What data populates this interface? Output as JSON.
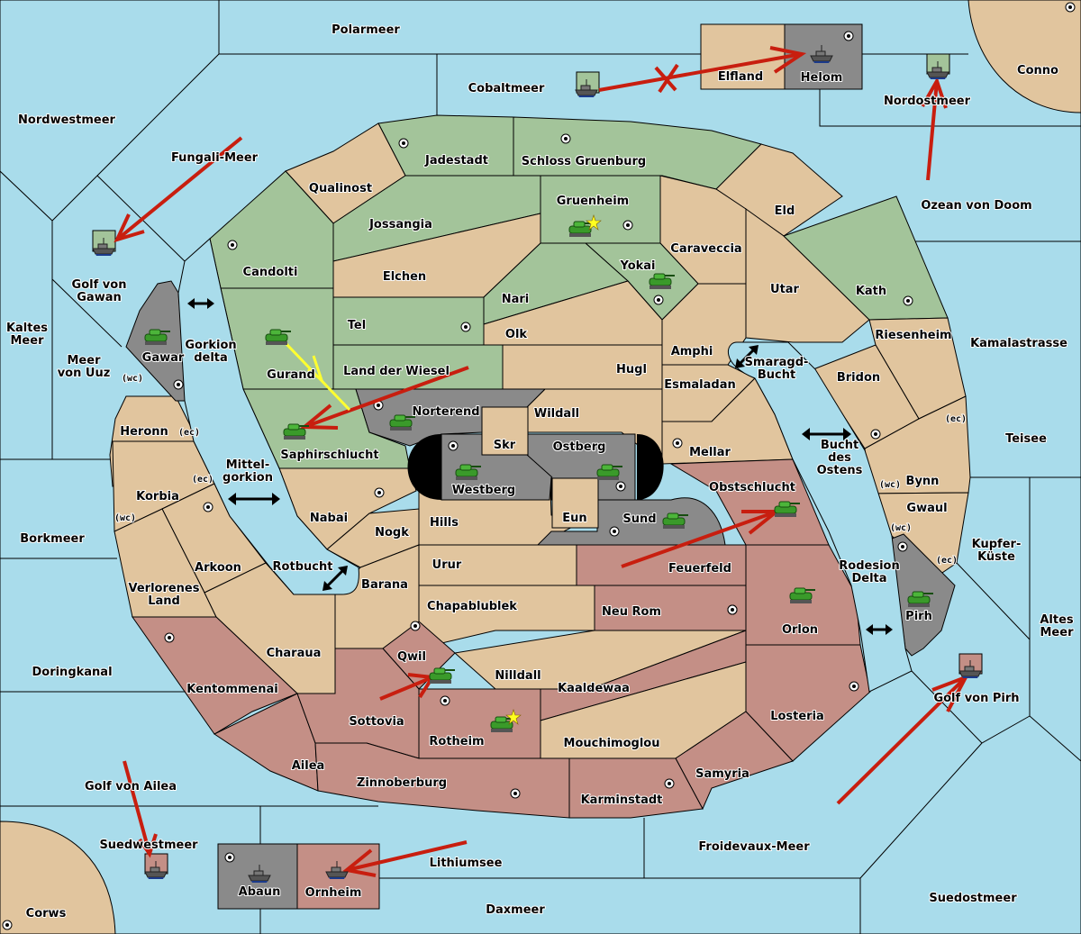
{
  "map": {
    "title": "Diplomacy-style map",
    "colors": {
      "sea": "#a9dceb",
      "neutral": "#e1c59e",
      "green_power": "#a3c49a",
      "red_power": "#c48f86",
      "grey_power": "#8a8a8a",
      "order": "#c81e0f",
      "support": "#ffff30"
    },
    "seas": {
      "polarmeer": "Polarmeer",
      "cobaltmeer": "Cobaltmeer",
      "nordwestmeer": "Nordwestmeer",
      "fungali": "Fungali-Meer",
      "nordostmeer": "Nordostmeer",
      "ozean": "Ozean von Doom",
      "golf_gawan": "Golf von\nGawan",
      "kaltes": "Kaltes\nMeer",
      "uuz": "Meer\nvon Uuz",
      "gorkion_delta": "Gorkion\ndelta",
      "mittelgorkion": "Mittel-\ngorkion",
      "rotbucht": "Rotbucht",
      "borkmeer": "Borkmeer",
      "doringkanal": "Doringkanal",
      "golf_ailea": "Golf von Ailea",
      "suedwestmeer": "Suedwestmeer",
      "lithiumsee": "Lithiumsee",
      "daxmeer": "Daxmeer",
      "froidevaux": "Froidevaux-Meer",
      "suedostmeer": "Suedostmeer",
      "golf_pirh": "Golf von Pirh",
      "altes": "Altes\nMeer",
      "kupfer": "Kupfer-\nKüste",
      "teisee": "Teisee",
      "kamala": "Kamalastrasse",
      "smaragd": "Smaragd-\nBucht",
      "bucht_ostens": "Bucht\ndes\nOstens",
      "rodesion": "Rodesion\nDelta"
    },
    "lands": {
      "conno": "Conno",
      "elfland": "Elfland",
      "helom": "Helom",
      "jadestadt": "Jadestadt",
      "schloss": "Schloss Gruenburg",
      "qualinost": "Qualinost",
      "jossangia": "Jossangia",
      "gruenheim": "Gruenheim",
      "eld": "Eld",
      "candolti": "Candolti",
      "elchen": "Elchen",
      "caraveccia": "Caraveccia",
      "yokai": "Yokai",
      "nari": "Nari",
      "utar": "Utar",
      "kath": "Kath",
      "tel": "Tel",
      "olk": "Olk",
      "amphi": "Amphi",
      "riesenheim": "Riesenheim",
      "gurand": "Gurand",
      "land_wiesel": "Land der Wiesel",
      "hugl": "Hugl",
      "esmaladan": "Esmaladan",
      "bridon": "Bridon",
      "gawar": "Gawar",
      "norterend": "Norterend",
      "wildall": "Wildall",
      "skr": "Skr",
      "ostberg": "Ostberg",
      "westberg": "Westberg",
      "mellar": "Mellar",
      "heronn": "Heronn",
      "saphirschlucht": "Saphirschlucht",
      "obstschlucht": "Obstschlucht",
      "bynn": "Bynn",
      "korbia": "Korbia",
      "nabai": "Nabai",
      "eun": "Eun",
      "sund": "Sund",
      "hills": "Hills",
      "gwaul": "Gwaul",
      "nogk": "Nogk",
      "urur": "Urur",
      "feuerfeld": "Feuerfeld",
      "arkoon": "Arkoon",
      "barana": "Barana",
      "verlorenes": "Verlorenes\nLand",
      "chapablublek": "Chapablublek",
      "neu_rom": "Neu Rom",
      "orlon": "Orlon",
      "pirh": "Pirh",
      "charaua": "Charaua",
      "qwil": "Qwil",
      "nilldall": "Nilldall",
      "kaldewaa": "Kaaldewaa",
      "kentommenai": "Kentommenai",
      "sottovia": "Sottovia",
      "losteria": "Losteria",
      "rotheim": "Rotheim",
      "mouchimoglou": "Mouchimoglou",
      "ailea": "Ailea",
      "samyria": "Samyria",
      "zinnoberburg": "Zinnoberburg",
      "karminstadt": "Karminstadt",
      "abaun": "Abaun",
      "ornheim": "Ornheim",
      "corws": "Corws"
    },
    "coasts": {
      "wc": "(wc)",
      "ec": "(ec)"
    }
  }
}
